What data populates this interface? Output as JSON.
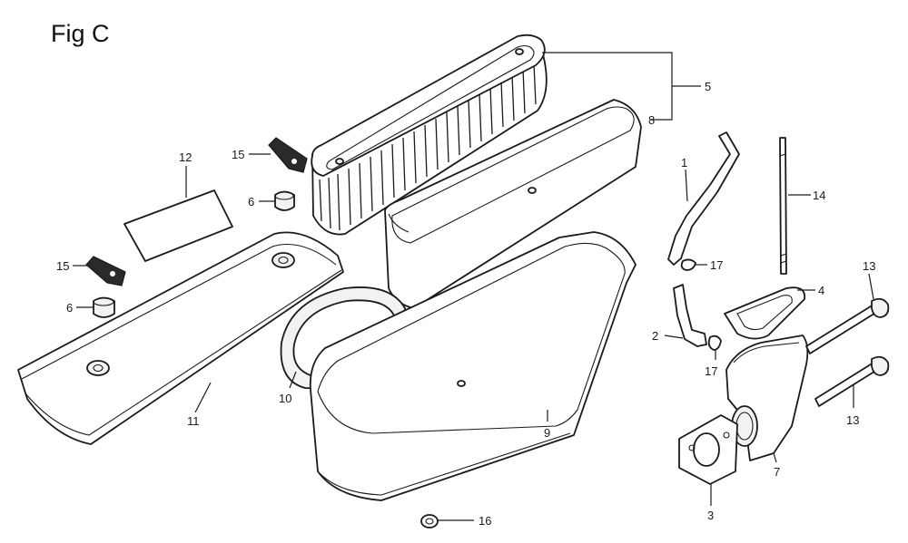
{
  "figure": {
    "title": "Fig C"
  },
  "callouts": {
    "c1": "1",
    "c2": "2",
    "c3": "3",
    "c4": "4",
    "c5": "5",
    "c6a": "6",
    "c6b": "6",
    "c7": "7",
    "c8": "8",
    "c9": "9",
    "c10": "10",
    "c11": "11",
    "c12": "12",
    "c13a": "13",
    "c13b": "13",
    "c14": "14",
    "c15a": "15",
    "c15b": "15",
    "c16": "16",
    "c17a": "17",
    "c17b": "17"
  },
  "colors": {
    "line": "#1a1a1a",
    "background": "#ffffff"
  }
}
